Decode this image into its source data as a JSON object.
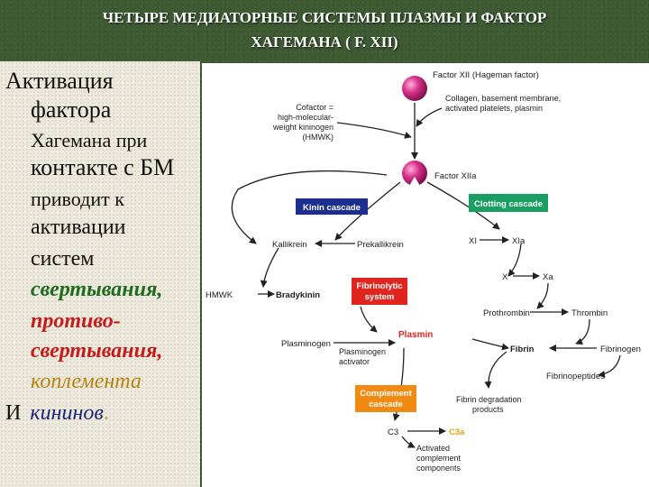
{
  "slide": {
    "title_line1": "ЧЕТЫРЕ МЕДИАТОРНЫЕ СИСТЕМЫ ПЛАЗМЫ И ФАКТОР",
    "title_line2": "ХАГЕМАНА ( F. XII)"
  },
  "text": {
    "line1": "Активация",
    "line2": "фактора",
    "line3": "Хагемана при",
    "line4": "контакте с БМ",
    "line5": "приводит к",
    "line6": "активации",
    "line7": "систем",
    "line8": "свертывания,",
    "line9": "противо-",
    "line10": "свертывания,",
    "line11": "коплемента",
    "line12_prefix": "И",
    "line12_word": "кининов",
    "line12_dot": "."
  },
  "colors": {
    "background": "#3d5a32",
    "text_panel": "#ece9dc",
    "green_text": "#1f6b1f",
    "red_text": "#c41b1b",
    "orange_text": "#b8820e",
    "navy_text": "#1a2478",
    "kinin_box": "#1c2f8f",
    "clotting_box": "#1a9e62",
    "fibrinolytic_box": "#e0241e",
    "complement_box": "#f08a12",
    "factor_sphere": "#d8328a",
    "plasmin_text": "#e0241e",
    "c3a_text": "#e8a010"
  },
  "diagram": {
    "factor_xii": "Factor XII (Hageman factor)",
    "collagen": [
      "Collagen, basement membrane,",
      "activated platelets, plasmin"
    ],
    "cofactor": [
      "Cofactor =",
      "high-molecular-",
      "weight kininogen",
      "(HMWK)"
    ],
    "factor_xiia": "Factor XIIa",
    "kinin_cascade": "Kinin cascade",
    "clotting_cascade": "Clotting cascade",
    "kallikrein": "Kallikrein",
    "prekallikrein": "Prekallikrein",
    "xi": "XI",
    "xia": "XIa",
    "x": "X",
    "xa": "Xa",
    "hmwk": "HMWK",
    "bradykinin": "Bradykinin",
    "fibrinolytic_system": [
      "Fibrinolytic",
      "system"
    ],
    "prothrombin": "Prothrombin",
    "thrombin": "Thrombin",
    "plasminogen": "Plasminogen",
    "plasminogen_activator": [
      "Plasminogen",
      "activator"
    ],
    "plasmin": "Plasmin",
    "fibrin": "Fibrin",
    "fibrinogen": "Fibrinogen",
    "fibrinopeptides": "Fibrinopeptides",
    "complement_cascade": [
      "Complement",
      "cascade"
    ],
    "fibrin_degradation": [
      "Fibrin degradation",
      "products"
    ],
    "c3": "C3",
    "c3a": "C3a",
    "activated_complement": [
      "Activated",
      "complement",
      "components"
    ]
  }
}
